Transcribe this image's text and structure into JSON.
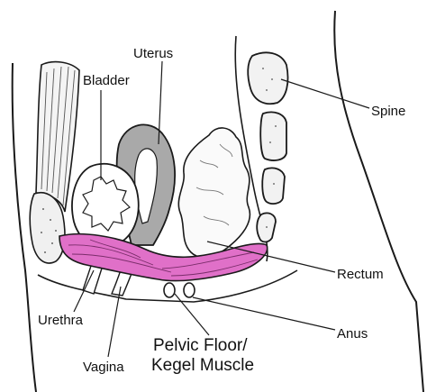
{
  "labels": {
    "uterus": "Uterus",
    "bladder": "Bladder",
    "spine": "Spine",
    "rectum": "Rectum",
    "urethra": "Urethra",
    "anus": "Anus",
    "vagina": "Vagina",
    "pelvic_floor_line1": "Pelvic Floor/",
    "pelvic_floor_line2": "Kegel Muscle"
  },
  "colors": {
    "muscle": "#e070c8",
    "uterus": "#a9a9a9",
    "outline": "#1a1a1a",
    "background": "#ffffff"
  }
}
